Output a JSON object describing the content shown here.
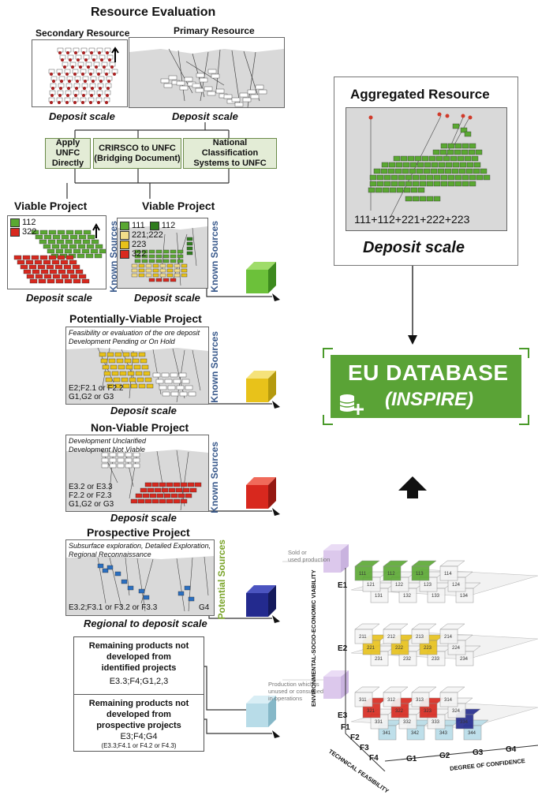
{
  "header": {
    "title": "Resource Evaluation",
    "secondary_label": "Secondary Resource",
    "primary_label": "Primary Resource",
    "deposit_scale_1": "Deposit scale",
    "deposit_scale_2": "Deposit scale"
  },
  "mapping_boxes": [
    {
      "label_line1": "Apply",
      "label_line2": "UNFC",
      "label_line3": "Directly"
    },
    {
      "label_line1": "CRIRSCO to UNFC",
      "label_line2": "(Bridging Document)"
    },
    {
      "label_line1": "National Classification",
      "label_line2": "Systems to UNFC"
    }
  ],
  "viable": {
    "title_left": "Viable Project",
    "title_right": "Viable Project",
    "legend_left": [
      "112",
      "322"
    ],
    "legend_right": [
      "111",
      "112",
      "221;222",
      "223",
      "322"
    ],
    "known_sources": "Known Sources",
    "deposit_scale_left": "Deposit scale",
    "deposit_scale_right": "Deposit scale"
  },
  "potentially_viable": {
    "title": "Potentially-Viable Project",
    "note_line1": "Feasibility or evaluation of the ore deposit",
    "note_line2": "Development Pending or On Hold",
    "code_line1": "E2;F2.1 or F2.2",
    "code_line2": "G1,G2 or G3",
    "known_sources": "Known Sources",
    "deposit_scale": "Deposit scale"
  },
  "non_viable": {
    "title": "Non-Viable Project",
    "note_line1": "Development Unclarified",
    "note_line2": "Development Not Viable",
    "code_line1": "E3.2 or E3.3",
    "code_line2": "F2.2 or F2.3",
    "code_line3": "G1,G2 or G3",
    "known_sources": "Known Sources",
    "deposit_scale": "Deposit scale"
  },
  "prospective": {
    "title": "Prospective Project",
    "note_line1": "Subsurface exploration, Detailed Exploration,",
    "note_line2": "Regional Reconnaissance",
    "code": "E3.2;F3.1 or F3.2 or F3.3",
    "g4": "G4",
    "potential_sources": "Potential Sources",
    "scale": "Regional to deposit scale"
  },
  "remaining_identified": {
    "line1": "Remaining products not",
    "line2": "developed from",
    "line3": "identified projects",
    "code": "E3.3;F4;G1,2,3"
  },
  "remaining_prospective": {
    "line1": "Remaining products not",
    "line2": "developed from",
    "line3": "prospective projects",
    "code": "E3;F4;G4",
    "code_small": "(E3.3;F4.1 or F4.2 or F4.3)"
  },
  "aggregated": {
    "title": "Aggregated Resource",
    "formula": "111+112+221+222+223",
    "deposit_scale": "Deposit scale"
  },
  "eu_database": {
    "line1": "EU DATABASE",
    "line2": "(INSPIRE)"
  },
  "cube_diagram": {
    "sold_label_1": "Sold or",
    "sold_label_2": "used production",
    "unused_label_1": "Production which is",
    "unused_label_2": "unused or consumed",
    "unused_label_3": "in operations",
    "axis_e": "ENVIRONMENTAL-SOCIO-ECONOMIC VIABILITY",
    "axis_f": "TECHNICAL FEASIBILITY",
    "axis_g": "DEGREE OF CONFIDENCE",
    "e_labels": [
      "E1",
      "E2",
      "E3"
    ],
    "f_labels": [
      "F1",
      "F2",
      "F3",
      "F4"
    ],
    "g_labels": [
      "G1",
      "G2",
      "G3",
      "G4"
    ],
    "e1_codes": [
      "111",
      "112",
      "113",
      "114",
      "121",
      "122",
      "123",
      "124",
      "131",
      "132",
      "133",
      "134"
    ],
    "e2_codes": [
      "211",
      "212",
      "213",
      "214",
      "221",
      "222",
      "223",
      "224",
      "231",
      "232",
      "233",
      "234"
    ],
    "e3_codes": [
      "311",
      "312",
      "313",
      "314",
      "321",
      "322",
      "323",
      "324",
      "331",
      "332",
      "333",
      "334",
      "341",
      "342",
      "343",
      "344"
    ]
  },
  "colors": {
    "green": "#5aa832",
    "dark_green": "#2f7d1e",
    "yellow": "#e8c21a",
    "red": "#d8281e",
    "navy": "#232a8e",
    "lightblue": "#b8dce8",
    "eu_green": "#5aa336",
    "lavender": "#dcc8ec"
  }
}
